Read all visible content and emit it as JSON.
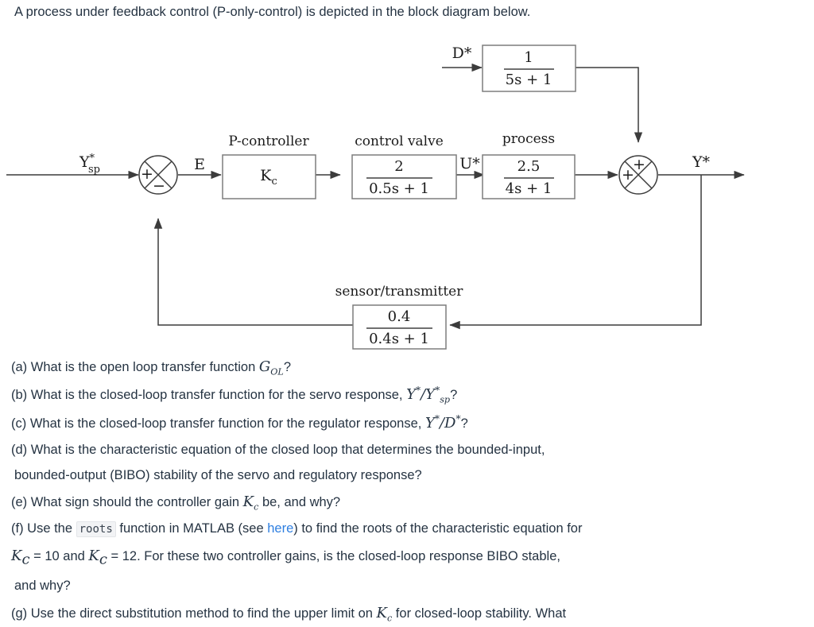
{
  "intro": "A process under feedback control (P-only-control) is depicted in the block diagram below.",
  "diagram": {
    "signals": {
      "disturbance": "D*",
      "setpoint_Y": "Y",
      "setpoint_sub": "sp",
      "error": "E",
      "manipulated": "U*",
      "output": "Y*"
    },
    "blocks": [
      {
        "id": "disturbance-block",
        "label": "",
        "num": "1",
        "den": "5s + 1"
      },
      {
        "id": "p-controller-block",
        "label": "P-controller",
        "gain": "K",
        "gain_sub": "c"
      },
      {
        "id": "control-valve-block",
        "label": "control valve",
        "num": "2",
        "den": "0.5s + 1"
      },
      {
        "id": "process-block",
        "label": "process",
        "num": "2.5",
        "den": "4s + 1"
      },
      {
        "id": "sensor-block",
        "label": "sensor/transmitter",
        "num": "0.4",
        "den": "0.4s + 1"
      }
    ],
    "summing_junctions": [
      {
        "id": "error-junction",
        "left_sign": "+",
        "bottom_sign": "−"
      },
      {
        "id": "output-junction",
        "left_sign": "+",
        "top_sign": "+"
      }
    ],
    "colors": {
      "line": "#3c3c3c",
      "box_border": "#7d7d7d",
      "text": "#1b1b1b"
    }
  },
  "questions": [
    {
      "id": "a",
      "prefix": "(a)",
      "text_1": "What is the open loop transfer function ",
      "math": "G",
      "math_sub": "OL",
      "text_2": "?"
    },
    {
      "id": "b",
      "prefix": "(b)",
      "text_1": "What is the closed-loop transfer function for the servo response, ",
      "text_2": "?"
    },
    {
      "id": "c",
      "prefix": "(c)",
      "text_1": "What is the closed-loop transfer function for the regulator response, ",
      "text_2": "?"
    },
    {
      "id": "d",
      "prefix": "(d)",
      "line_1": "What is the characteristic equation of the closed loop that determines the bounded-input,",
      "line_2": "bounded-output (BIBO) stability of the servo and regulatory response?"
    },
    {
      "id": "e",
      "prefix": "(e)",
      "text_1": "What sign should the controller gain ",
      "math": "K",
      "math_sub": "c",
      "text_2": " be, and why?"
    },
    {
      "id": "f",
      "prefix": "(f)",
      "t1": "Use the ",
      "code": "roots",
      "t2": " function in MATLAB (see ",
      "link": "here",
      "t3": ") to find the roots of the characteristic equation for",
      "t4": " = 10 and ",
      "t5": " = 12. For these two controller gains, is the closed-loop response BIBO stable,",
      "t6": "and why?"
    },
    {
      "id": "g",
      "prefix": "(g)",
      "text_1": "Use the direct substitution method to find the upper limit on ",
      "math": "K",
      "math_sub": "c",
      "text_2": " for closed-loop stability. What"
    }
  ]
}
